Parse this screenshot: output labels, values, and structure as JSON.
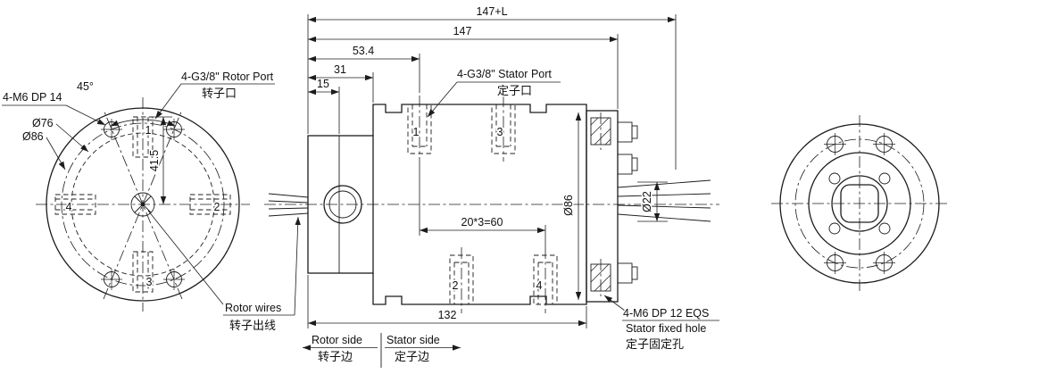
{
  "left_view": {
    "bolt_note": "4-M6 DP 14",
    "angle": "45°",
    "port_label_en": "4-G3/8\" Rotor Port",
    "port_label_cn": "转子口",
    "dia_76": "Ø76",
    "dia_86": "Ø86",
    "dim_41_5": "41.5",
    "port_1": "1",
    "port_2": "2",
    "port_3": "3",
    "port_4": "4",
    "wires_en": "Rotor wires",
    "wires_cn": "转子出线"
  },
  "side_view": {
    "dim_total": "147+L",
    "dim_147": "147",
    "dim_53_4": "53.4",
    "dim_31": "31",
    "dim_15": "15",
    "stator_port_en": "4-G3/8\" Stator Port",
    "stator_port_cn": "定子口",
    "dim_pitch": "20*3=60",
    "dia_86": "Ø86",
    "dia_22": "Ø22",
    "dim_132": "132",
    "port_1": "1",
    "port_2": "2",
    "port_3": "3",
    "port_4": "4",
    "fixed_hole_note": "4-M6 DP 12 EQS",
    "fixed_hole_en": "Stator fixed hole",
    "fixed_hole_cn": "定子固定孔"
  },
  "legend": {
    "rotor_side_en": "Rotor side",
    "rotor_side_cn": "转子边",
    "stator_side_en": "Stator side",
    "stator_side_cn": "定子边"
  }
}
